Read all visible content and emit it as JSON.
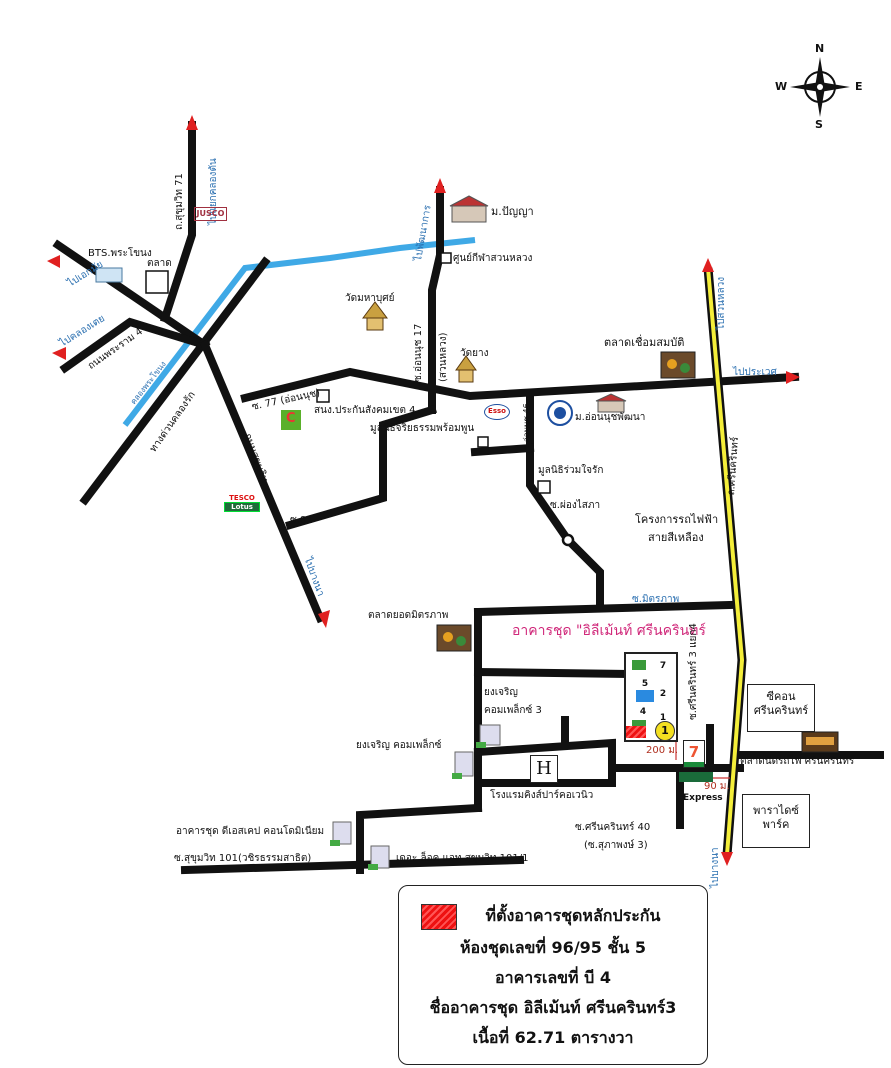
{
  "compass": {
    "n": "N",
    "s": "S",
    "e": "E",
    "w": "W"
  },
  "labels": {
    "bts": "BTS.พระโขนง",
    "market": "ตลาด",
    "sukhumvit71": "ถ.สุขุมวิท 71",
    "to_khlong_tan": "ไปแยกคลองตัน",
    "to_ekkamai": "ไปเอกมัย",
    "to_khlong_toei": "ไปคลองเตย",
    "rama4": "ถนนพระราม 4",
    "canal": "คลองพระโขนง",
    "expressway": "ทางด่วนคลองรัก",
    "to_pattanakarn": "ไปพัฒนาการ",
    "m_panya": "ม.ปัญญา",
    "sport_center": "ศูนย์กีฬาสวนหลวง",
    "wat_mahabut": "วัดมหาบุศย์",
    "soi_onnut17": "ซ.อ่อนนุช 17",
    "suan_luang": "(สวนหลวง)",
    "wat_yang": "วัดยาง",
    "market_chuem": "ตลาดเชื่อมสมบัติ",
    "to_prawet": "ไปประเวศ",
    "to_samrong": "ไปสวนหลวง",
    "soi77": "ซ. 77 (อ่อนนุช)",
    "sso": "สนง.ประกันสังคมเขต 4",
    "foundation_mirror": "มูลนิธิจริยธรรมพร้อมพูน",
    "soi_onnut46": "ซ.อ่อนนุช 46",
    "m_onnut": "ม.อ่อนนุชพัฒนา",
    "srinakarin_rd": "ถ.ศรีนครินทร์",
    "foundation_ruam": "มูลนิธิร่วมใจรัก",
    "soi_phong": "ซ.ผ่องไสภา",
    "skytrain1": "โครงการรถไฟฟ้า",
    "skytrain2": "สายสีเหลือง",
    "sukhumvit_rd": "ถนนสุขุมวิท",
    "soi81": "ซ.81",
    "to_bangna": "ไปบางนา",
    "tesco_top": "TESCO",
    "tesco_bottom": "Lotus",
    "jusco": "JUSCO",
    "esso": "Esso",
    "c_logo": "C",
    "market_yod": "ตลาดยอดมิตรภาพ",
    "soi_mitr": "ซ.มิตรภาพ",
    "condo_title": "อาคารชุด \"อิลีเม้นท์ ศรีนครินทร์",
    "yongcharoen3_1": "ยงเจริญ",
    "yongcharoen3_2": "คอมเพล็กซ์ 3",
    "yongcharoen": "ยงเจริญ คอมเพล็กซ์",
    "hotel_icon": "H",
    "hotel": "โรงแรมคิงส์ปาร์คอเวนิว",
    "soi_entry": "ซ.ศรีนครินทร์ 3 แยก4",
    "b7": "7",
    "b5": "5",
    "b2": "2",
    "b4": "4",
    "b1": "1",
    "num1": "1",
    "dist200": "200 ม.",
    "dist90": "90 ม.",
    "express": "Express",
    "seacon1": "ซีคอน",
    "seacon2": "ศรีนครินทร์",
    "train_market": "ตลาดนัดรถไฟ ศรีนครินทร์",
    "paradise1": "พาราไดซ์",
    "paradise2": "พาร์ค",
    "dcondo": "อาคารชุด ดีเอสเคป คอนโดมิเนียม",
    "soi40": "ซ.ศรีนครินทร์ 40",
    "soi40b": "(ซ.สุภาพงษ์ 3)",
    "soi101": "ซ.สุขุมวิท 101(วชิรธรรมสาธิต)",
    "the_clock": "เดอะ ล็อค แอท สุขุมวิท 101/1",
    "to_bangna2": "ไปบางนา"
  },
  "legend": {
    "title": "ที่ตั้งอาคารชุดหลักประกัน",
    "unit": "ห้องชุดเลขที่  96/95 ชั้น 5",
    "building": "อาคารเลขที่ บี 4",
    "condo": "ชื่ออาคารชุด อิลีเม้นท์ ศรีนครินทร์3",
    "area": "เนื้อที่ 62.71 ตารางวา"
  },
  "colors": {
    "road": "#111111",
    "canal": "#3fa9e6",
    "highway_fill": "#f4ee3a",
    "arrow": "#e02020"
  }
}
